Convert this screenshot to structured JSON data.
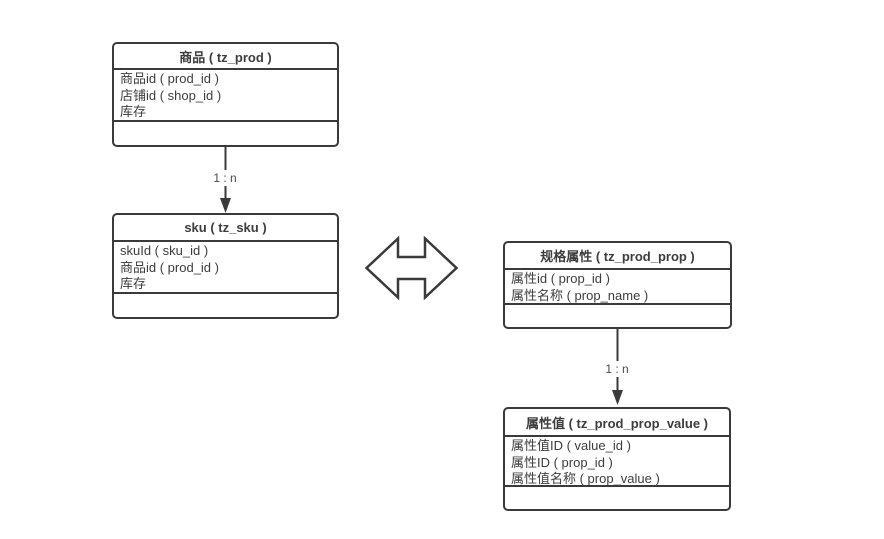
{
  "diagram": {
    "background_color": "#ffffff",
    "line_color": "#3a3a3a",
    "text_color": "#3d3d3d",
    "label_color": "#4a4a4a"
  },
  "entities": [
    {
      "id": "prod",
      "title": "商品 ( tz_prod )",
      "fields": [
        "商品id ( prod_id )",
        "店铺id ( shop_id )",
        "库存"
      ]
    },
    {
      "id": "sku",
      "title": "sku ( tz_sku )",
      "fields": [
        "skuId ( sku_id )",
        "商品id ( prod_id )",
        "库存"
      ]
    },
    {
      "id": "prod_prop",
      "title": "规格属性 ( tz_prod_prop )",
      "fields": [
        "属性id ( prop_id )",
        "属性名称 ( prop_name )"
      ]
    },
    {
      "id": "prod_prop_value",
      "title": "属性值 ( tz_prod_prop_value )",
      "fields": [
        "属性值ID ( value_id )",
        "属性ID ( prop_id )",
        "属性值名称 ( prop_value )"
      ]
    }
  ],
  "connectors": [
    {
      "from": "prod",
      "to": "sku",
      "label": "1 : n"
    },
    {
      "from": "prod_prop",
      "to": "prod_prop_value",
      "label": "1 : n"
    },
    {
      "from": "sku",
      "to": "prod_prop",
      "type": "double-arrow",
      "label": ""
    }
  ]
}
